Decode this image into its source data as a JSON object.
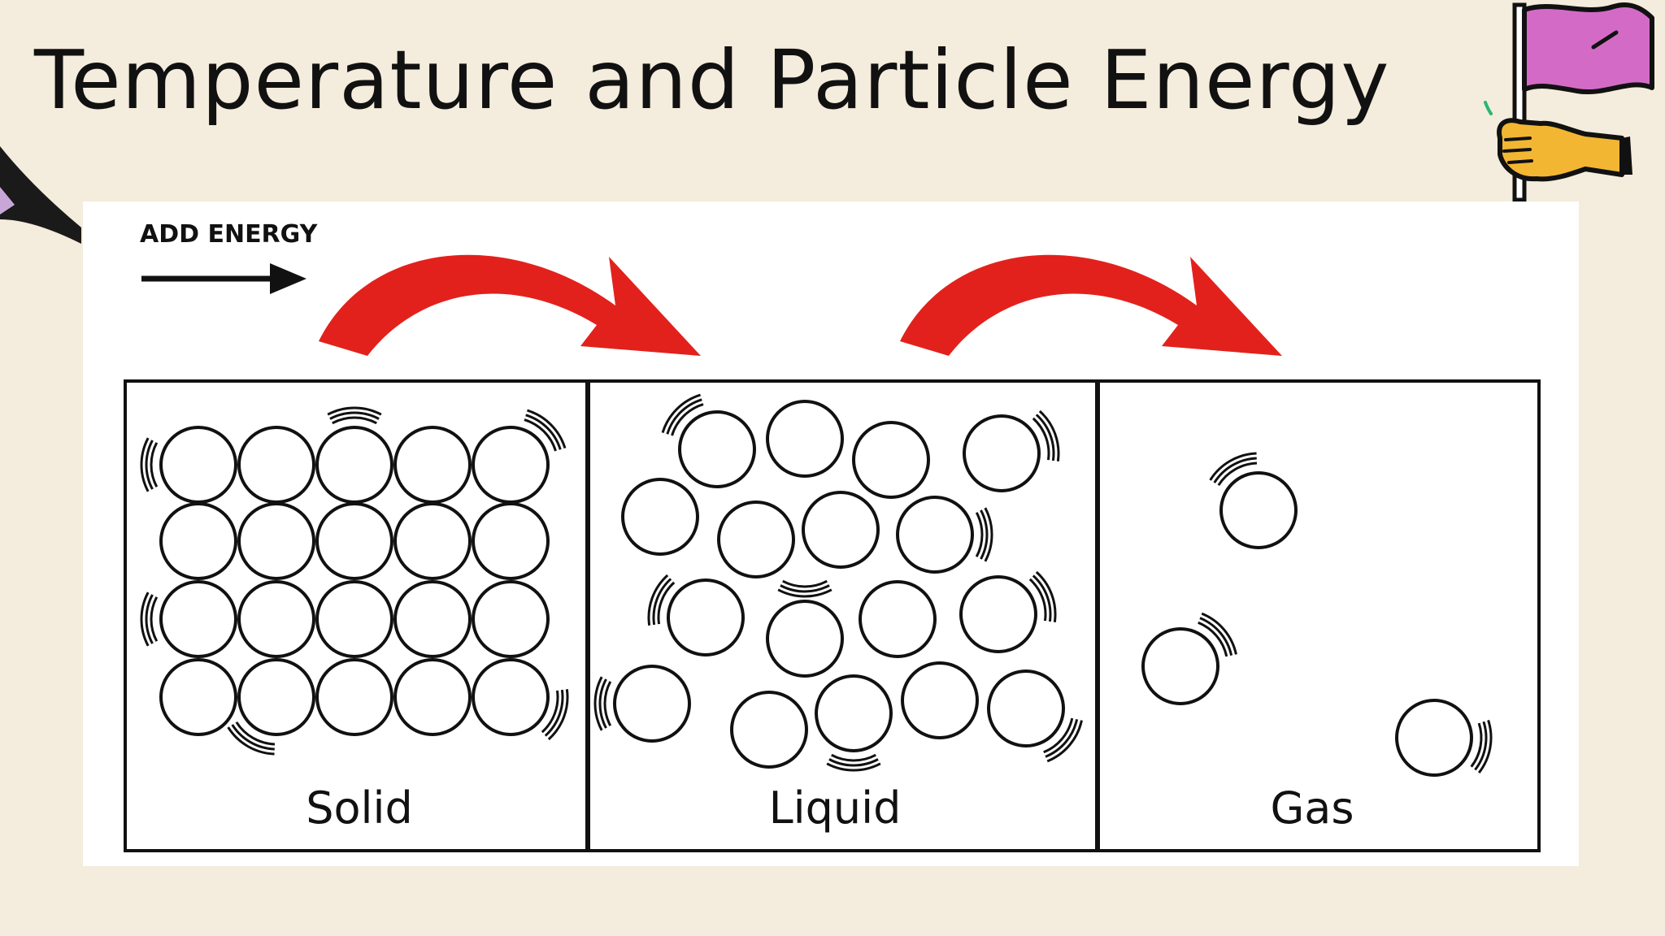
{
  "slide": {
    "title": "Temperature and Particle Energy"
  },
  "diagram": {
    "add_energy_label": "ADD ENERGY",
    "panels": [
      {
        "label": "Solid"
      },
      {
        "label": "Liquid"
      },
      {
        "label": "Gas"
      }
    ],
    "arrow_color": "#e3211c"
  },
  "flag_icon": "flag-in-hand-icon",
  "flag_color": "#d36bc6"
}
